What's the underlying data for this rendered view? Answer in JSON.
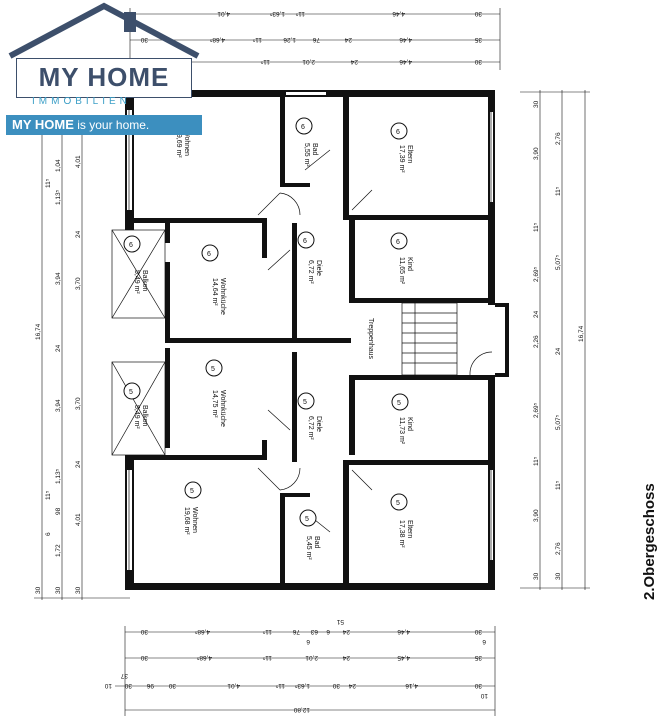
{
  "floor_title": "2.Obergeschoss",
  "logo": {
    "name": "MY HOME",
    "sub": "IMMOBILIEN",
    "slogan_brand": "MY HOME",
    "slogan_rest": " is your home."
  },
  "colors": {
    "logo_navy": "#3d4f6b",
    "logo_blue": "#3c8fbf",
    "wall": "#111111"
  },
  "rooms": {
    "wohnen_top": {
      "name": "Wohnen",
      "area": "19,69 m²",
      "unit": "6"
    },
    "bad_top": {
      "name": "Bad",
      "area": "5,55 m²",
      "unit": "6"
    },
    "eltern_top": {
      "name": "Eltern",
      "area": "17,39 m²",
      "unit": "6"
    },
    "balkon_top": {
      "name": "Balkon",
      "area": "5,49 m²",
      "unit": "6"
    },
    "wohnkueche_top": {
      "name": "Wohnküche",
      "area": "14,64 m²",
      "unit": "6"
    },
    "diele_top": {
      "name": "Diele",
      "area": "6,72 m²",
      "unit": "6"
    },
    "kind_top": {
      "name": "Kind",
      "area": "11,65 m²",
      "unit": "6"
    },
    "treppenhaus": {
      "name": "Treppenhaus"
    },
    "balkon_bot": {
      "name": "Balkon",
      "area": "5,49 m²",
      "unit": "5"
    },
    "wohnkueche_bot": {
      "name": "Wohnküche",
      "area": "14,75 m²",
      "unit": "5"
    },
    "diele_bot": {
      "name": "Diele",
      "area": "6,72 m²",
      "unit": "5"
    },
    "kind_bot": {
      "name": "Kind",
      "area": "11,73 m²",
      "unit": "5"
    },
    "wohnen_bot": {
      "name": "Wohnen",
      "area": "19,68 m²",
      "unit": "5"
    },
    "bad_bot": {
      "name": "Bad",
      "area": "5,45 m²",
      "unit": "5"
    },
    "eltern_bot": {
      "name": "Eltern",
      "area": "17,38 m²",
      "unit": "5"
    }
  },
  "dims": {
    "top1": [
      "4,01",
      "1,63⁵",
      "11⁵",
      "4,46",
      "30"
    ],
    "top2": [
      "30",
      "4,68⁵",
      "11⁵",
      "1,26",
      "76",
      "24",
      "4,46",
      "35"
    ],
    "top3": [
      "11⁵",
      "2,01",
      "24",
      "4,46",
      "30"
    ],
    "left_a": [
      "16,74"
    ],
    "left_b": [
      "1,04",
      "1,13⁵",
      "3,94",
      "24",
      "3,94",
      "1,13⁵",
      "98",
      "1,72",
      "30"
    ],
    "left_c": [
      "4,01",
      "3,70",
      "3,70",
      "4,01",
      "30"
    ],
    "left_small": [
      "11⁵",
      "24",
      "24",
      "11⁵",
      "6",
      "30"
    ],
    "right_a": [
      "30",
      "3,90",
      "11⁵",
      "2,69⁵",
      "24",
      "2,69⁵",
      "11⁵",
      "3,90",
      "30"
    ],
    "right_b": [
      "2,76",
      "11⁵",
      "5,07⁵",
      "24",
      "5,07⁵",
      "11⁵",
      "2,76",
      "30"
    ],
    "right_c": [
      "16,74"
    ],
    "right_mid": [
      "2,26"
    ],
    "bot1": [
      "30",
      "4,68⁵",
      "11⁵",
      "76",
      "63",
      "6",
      "24",
      "4,46",
      "30"
    ],
    "bot1b": [
      "51",
      "6",
      "6"
    ],
    "bot2": [
      "30",
      "4,68⁵",
      "11⁵",
      "2,01",
      "24",
      "4,45",
      "35"
    ],
    "bot3": [
      "30",
      "96",
      "30",
      "4,01",
      "11⁵",
      "1,63⁵",
      "30",
      "24",
      "4,16",
      "30"
    ],
    "bot3b": [
      "37",
      "10",
      "10"
    ],
    "bot4": [
      "12,80"
    ]
  }
}
